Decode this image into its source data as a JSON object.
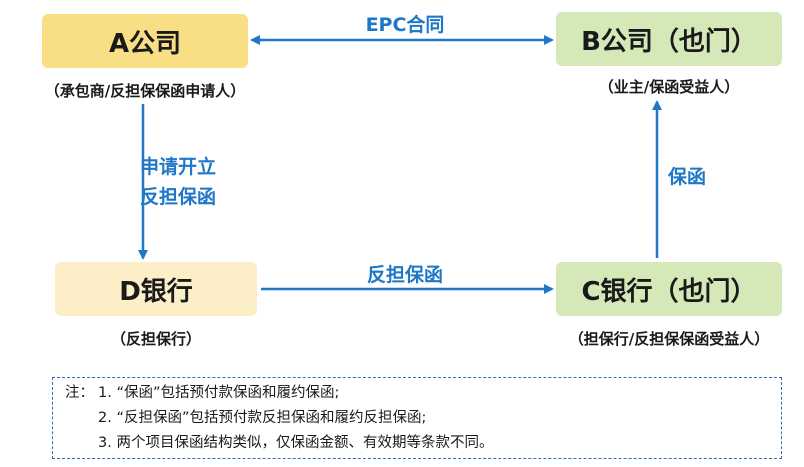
{
  "nodes": {
    "a": {
      "label": "A公司",
      "role": "（承包商/反担保保函申请人）"
    },
    "b": {
      "label": "B公司（也门）",
      "role": "（业主/保函受益人）"
    },
    "d": {
      "label": "D银行",
      "role": "（反担保行）"
    },
    "c": {
      "label": "C银行（也门）",
      "role": "（担保行/反担保保函受益人）"
    }
  },
  "edges": {
    "a_b": "EPC合同",
    "a_d_line1": "申请开立",
    "a_d_line2": "反担保函",
    "c_b": "保函",
    "d_c": "反担保函"
  },
  "note": {
    "prefix": "注：",
    "lines": [
      "1. “保函”包括预付款保函和履约保函;",
      "2. “反担保函”包括预付款反担保函和履约反担保函;",
      "3. 两个项目保函结构类似，仅保函金额、有效期等条款不同。"
    ]
  },
  "colors": {
    "arrow": "#1f77c8",
    "node_a": "#f8df86",
    "node_b": "#d5e9b8",
    "node_c": "#d5e9b8",
    "node_d": "#fcefc8",
    "note_border": "#2f6db5"
  }
}
